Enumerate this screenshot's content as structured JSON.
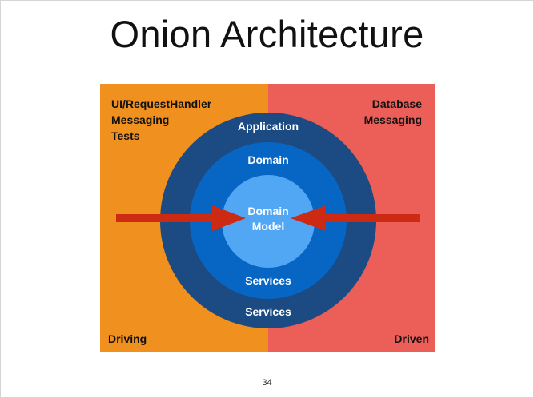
{
  "slide": {
    "title": "Onion Architecture",
    "page_number": "34"
  },
  "diagram": {
    "left_panel": {
      "lines": [
        "UI/RequestHandler",
        "Messaging",
        "Tests"
      ],
      "corner": "Driving",
      "color": "#f0901e"
    },
    "right_panel": {
      "lines": [
        "Database",
        "Messaging"
      ],
      "corner": "Driven",
      "color": "#ec5e58"
    },
    "rings": {
      "outer": {
        "top_label": "Application",
        "bottom_label": "Services",
        "color": "#1b4b82"
      },
      "middle": {
        "top_label": "Domain",
        "bottom_label": "Services",
        "color": "#0766c4"
      },
      "core": {
        "line1": "Domain",
        "line2": "Model",
        "color": "#52a7f5"
      }
    },
    "arrow_color": "#cc2a12"
  }
}
